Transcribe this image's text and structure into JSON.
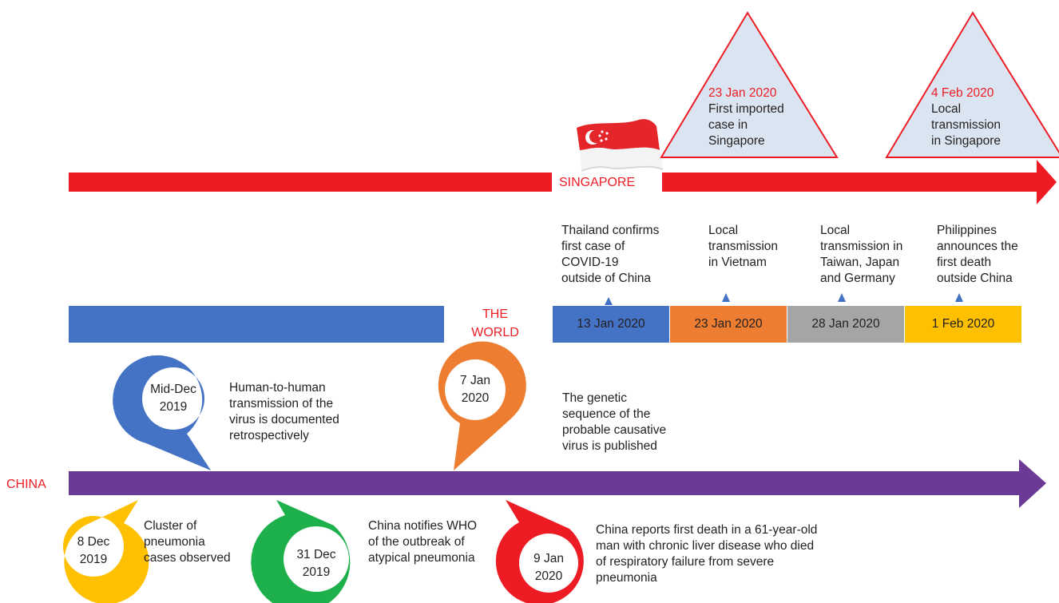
{
  "colors": {
    "singapore_arrow": "#ed1c24",
    "world_bar": "#4472c4",
    "china_arrow": "#6a3a96",
    "triangle_fill": "#dbe5f1",
    "triangle_stroke": "#ed1c24",
    "world_boxes": [
      "#4472c4",
      "#ed7d31",
      "#a5a5a5",
      "#ffc000"
    ],
    "pins": {
      "yellow": "#ffc000",
      "blue": "#4472c4",
      "green": "#1eb14b",
      "orange": "#ed7d31",
      "red": "#ed1c24"
    }
  },
  "singapore": {
    "label": "SINGAPORE",
    "events": [
      {
        "date": "23 Jan 2020",
        "text": "First imported\ncase in\nSingapore"
      },
      {
        "date": "4 Feb 2020",
        "text": "Local\ntransmission\nin Singapore"
      }
    ]
  },
  "world": {
    "label": "THE\nWORLD",
    "events": [
      {
        "date": "13 Jan 2020",
        "text": "Thailand confirms\nfirst case of\nCOVID-19\noutside of China"
      },
      {
        "date": "23 Jan 2020",
        "text": "Local\ntransmission\nin Vietnam"
      },
      {
        "date": "28 Jan 2020",
        "text": "Local\ntransmission in\nTaiwan, Japan\nand Germany"
      },
      {
        "date": "1 Feb 2020",
        "text": "Philippines\nannounces the\nfirst death\noutside China"
      }
    ]
  },
  "china": {
    "label": "CHINA",
    "above": [
      {
        "date": "Mid-Dec\n2019",
        "text": "Human-to-human\ntransmission of the\nvirus is documented\nretrospectively",
        "color": "blue"
      },
      {
        "date": "7 Jan\n2020",
        "text": "The genetic\nsequence of the\nprobable causative\nvirus is published",
        "color": "orange"
      }
    ],
    "below": [
      {
        "date": "8 Dec\n2019",
        "text": "Cluster of\npneumonia\ncases observed",
        "color": "yellow"
      },
      {
        "date": "31 Dec\n2019",
        "text": "China notifies WHO\nof the outbreak of\natypical pneumonia",
        "color": "green"
      },
      {
        "date": "9 Jan\n2020",
        "text": "China reports first death in a 61-year-old\nman with chronic liver disease who died\nof respiratory failure from severe\npneumonia",
        "color": "red"
      }
    ]
  }
}
